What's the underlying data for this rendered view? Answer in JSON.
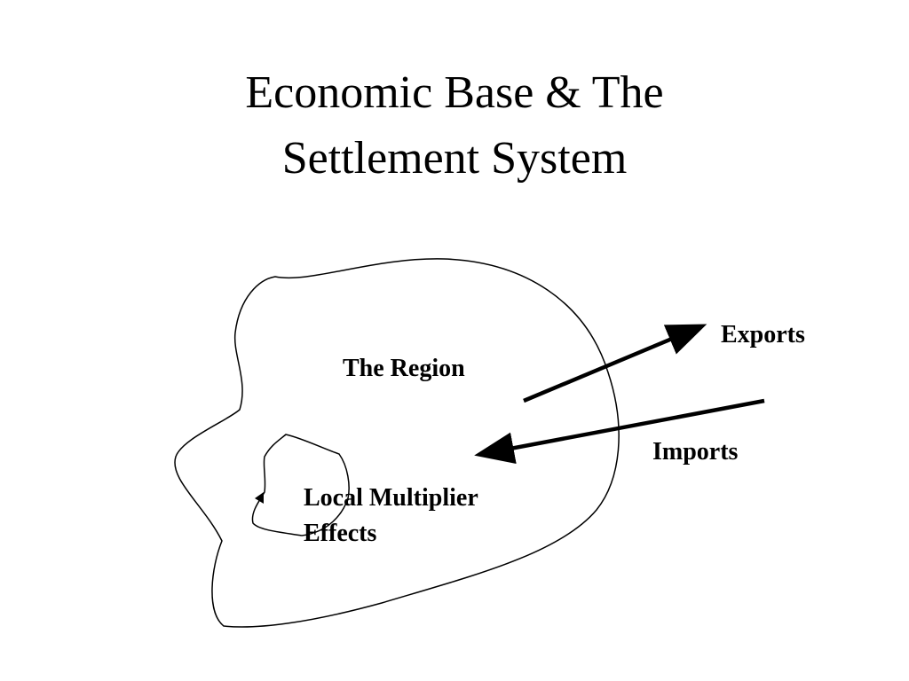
{
  "slide": {
    "title_line1": "Economic Base & The",
    "title_line2": "Settlement System"
  },
  "diagram": {
    "region_label": "The Region",
    "exports_label": "Exports",
    "imports_label": "Imports",
    "multiplier_label_line1": "Local Multiplier",
    "multiplier_label_line2": "Effects",
    "stroke_color": "#000000",
    "background_color": "#ffffff"
  }
}
